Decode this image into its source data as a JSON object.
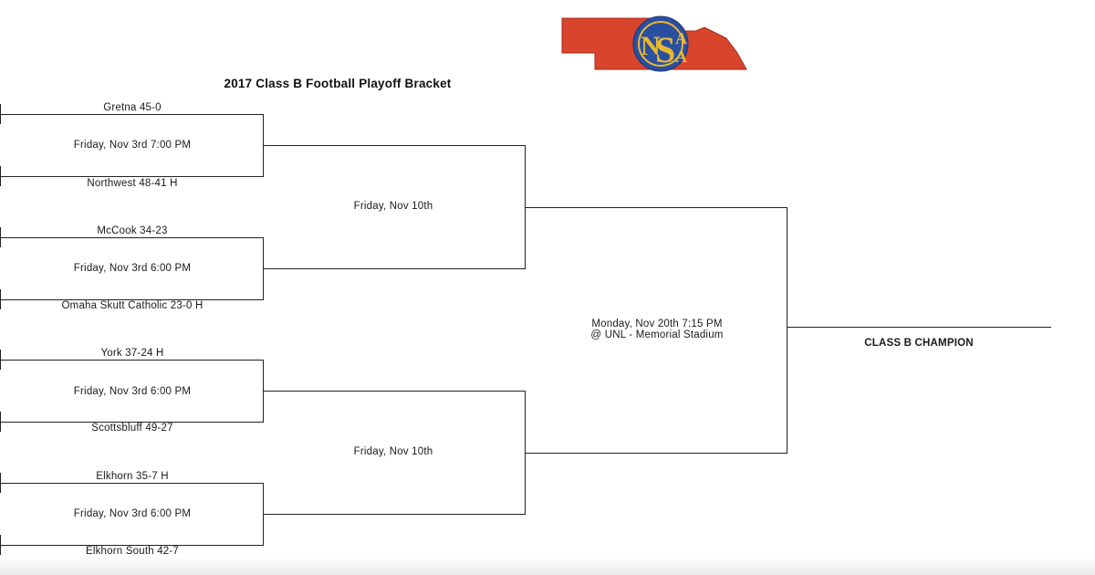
{
  "logo": {
    "text": "NSAA",
    "letters": [
      "N",
      "S",
      "A",
      "A"
    ]
  },
  "title": "2017 Class B Football Playoff Bracket",
  "round1": [
    {
      "team_top": "Gretna 45-0",
      "date": "Friday, Nov 3rd 7:00 PM",
      "team_bottom": "Northwest 48-41 H"
    },
    {
      "team_top": "McCook 34-23",
      "date": "Friday, Nov 3rd 6:00 PM",
      "team_bottom": "Omaha Skutt Catholic 23-0 H"
    },
    {
      "team_top": "York 37-24 H",
      "date": "Friday, Nov 3rd 6:00 PM",
      "team_bottom": "Scottsbluff 49-27"
    },
    {
      "team_top": "Elkhorn 35-7 H",
      "date": "Friday, Nov 3rd 6:00 PM",
      "team_bottom": "Elkhorn South 42-7"
    }
  ],
  "semis": [
    {
      "date": "Friday, Nov 10th"
    },
    {
      "date": "Friday, Nov 10th"
    }
  ],
  "final": {
    "line1": "Monday, Nov 20th 7:15 PM",
    "line2": "@ UNL - Memorial Stadium"
  },
  "champion_label": "CLASS B CHAMPION",
  "colors": {
    "logo_red": "#d8442c",
    "logo_blue": "#2b4fa0",
    "logo_gold": "#e8b830",
    "line": "#222222"
  }
}
